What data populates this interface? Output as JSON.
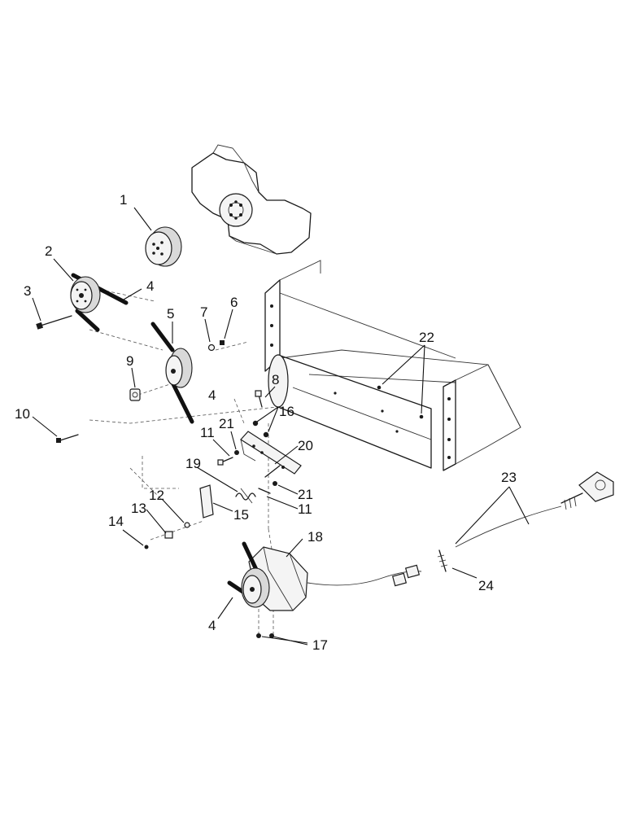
{
  "callouts": {
    "c1": "1",
    "c2": "2",
    "c3": "3",
    "c4a": "4",
    "c4b": "4",
    "c4c": "4",
    "c5": "5",
    "c6": "6",
    "c7": "7",
    "c8": "8",
    "c9": "9",
    "c10": "10",
    "c11a": "11",
    "c11b": "11",
    "c12": "12",
    "c13": "13",
    "c14": "14",
    "c15": "15",
    "c16": "16",
    "c17": "17",
    "c18": "18",
    "c19": "19",
    "c20": "20",
    "c21a": "21",
    "c21b": "21",
    "c22": "22",
    "c23": "23",
    "c24": "24"
  }
}
